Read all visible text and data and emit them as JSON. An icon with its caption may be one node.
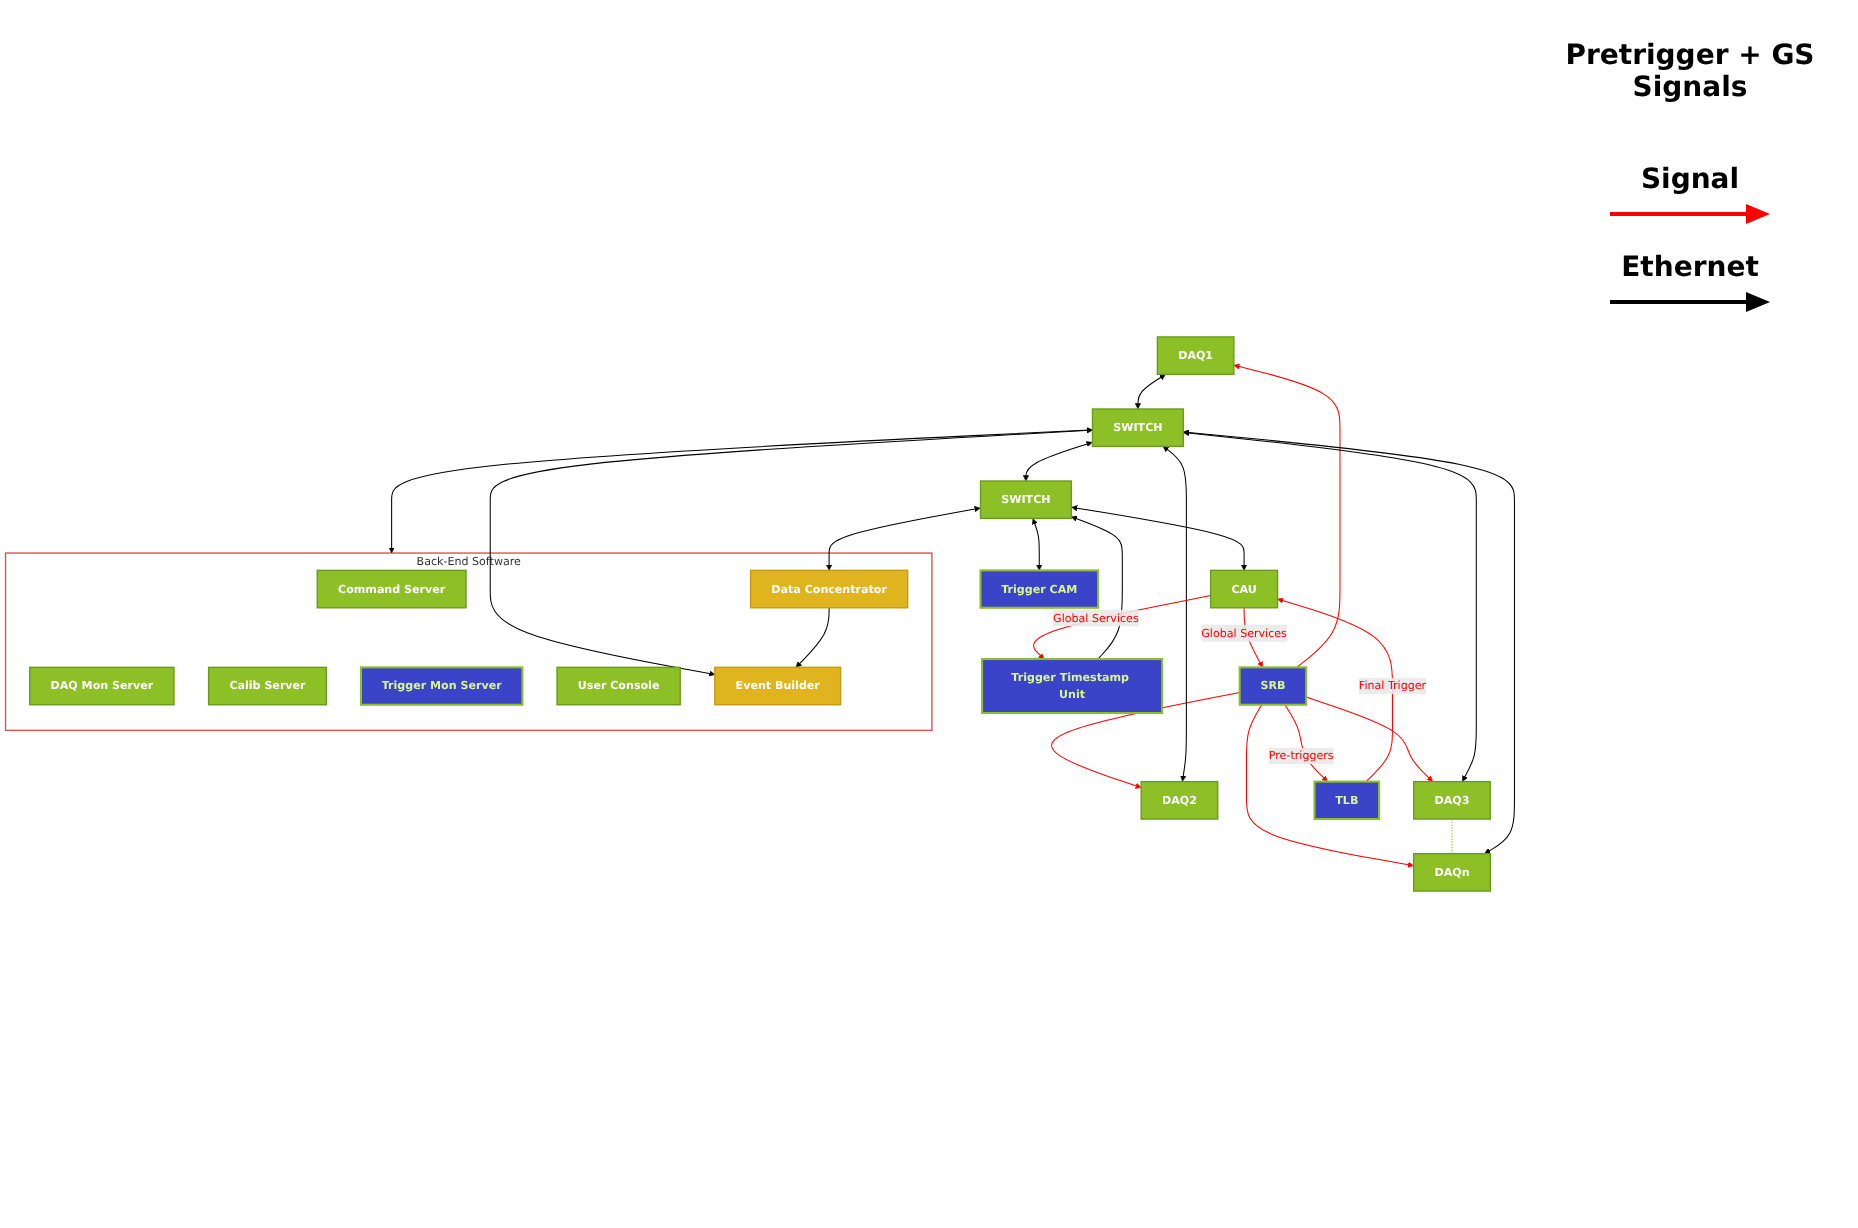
{
  "diagram": {
    "nodes": [
      {
        "text": [
          "DAQ1"
        ]
      },
      {
        "text": [
          "DAQ2"
        ]
      },
      {
        "text": [
          "DAQ3"
        ]
      },
      {
        "text": [
          "DAQn"
        ]
      },
      {
        "text": [
          "SWITCH"
        ]
      },
      {
        "text": [
          "SRB"
        ]
      },
      {
        "text": [
          "TLB"
        ]
      },
      {
        "text": [
          "Back-End Software"
        ]
      },
      {
        "text": [
          "Command Server"
        ],
        "in": 7
      },
      {
        "text": [
          "DAQ Mon Server"
        ],
        "in": 7
      },
      {
        "text": [
          "Calib Server"
        ],
        "in": 7
      },
      {
        "text": [
          "Trigger Mon Server"
        ],
        "in": 7
      },
      {
        "text": [
          "User Console"
        ],
        "in": 7
      },
      {
        "text": [
          "Event Builder"
        ],
        "in": 7
      },
      {
        "text": [
          "Data Concentrator"
        ],
        "in": 7
      },
      {
        "text": [
          "CAU"
        ]
      },
      {
        "text": [
          "SWITCH"
        ]
      },
      {
        "text": [
          "Trigger Timestamp Unit"
        ]
      },
      {
        "text": [
          "Trigger CAM"
        ]
      }
    ],
    "edges": [
      {
        "from": 5,
        "to": 0,
        "arrow": "to",
        "color": "#ff0000"
      },
      {
        "from": 5,
        "to": 1,
        "arrow": "to",
        "color": "#ff0000"
      },
      {
        "from": 5,
        "to": 2,
        "arrow": "to",
        "color": "#ff0000"
      },
      {
        "from": 5,
        "to": 3,
        "arrow": "to",
        "color": "#ff0000"
      },
      {
        "from": 2,
        "to": 3,
        "arrow": "none",
        "style": "dashed",
        "color": "#8dc026"
      },
      {
        "from": 0,
        "to": 4,
        "arrow": "both"
      },
      {
        "from": 1,
        "to": 4,
        "arrow": "both"
      },
      {
        "from": 2,
        "to": 4,
        "arrow": "both"
      },
      {
        "from": 3,
        "to": 4,
        "arrow": "both"
      },
      {
        "from": 4,
        "to": 7,
        "arrow": "both"
      },
      {
        "from": 4,
        "to": 13,
        "arrow": "both"
      },
      {
        "from": 4,
        "to": 16,
        "arrow": "both"
      },
      {
        "from": 5,
        "to": 6,
        "label": "Pre-triggers",
        "arrow": "to",
        "color": "#ff0000"
      },
      {
        "from": 15,
        "to": 5,
        "label": "Global Services",
        "arrow": "to",
        "color": "#ff0000"
      },
      {
        "from": 6,
        "to": 15,
        "label": "Final Trigger",
        "arrow": "to",
        "color": "#ff0000"
      },
      {
        "from": 15,
        "to": 17,
        "label": "Global Services",
        "arrow": "to",
        "color": "#ff0000"
      },
      {
        "from": 16,
        "to": 15,
        "arrow": "both"
      },
      {
        "from": 17,
        "to": 16,
        "arrow": "to"
      },
      {
        "from": 16,
        "to": 18,
        "arrow": "both"
      },
      {
        "from": 16,
        "to": 14,
        "arrow": "both"
      },
      {
        "from": 14,
        "to": 13,
        "arrow": "to"
      }
    ],
    "labels": [
      "Pretrigger + GS Signals"
    ],
    "legend": [
      {
        "text": "Signal"
      },
      {
        "text": "Ethernet"
      }
    ]
  }
}
